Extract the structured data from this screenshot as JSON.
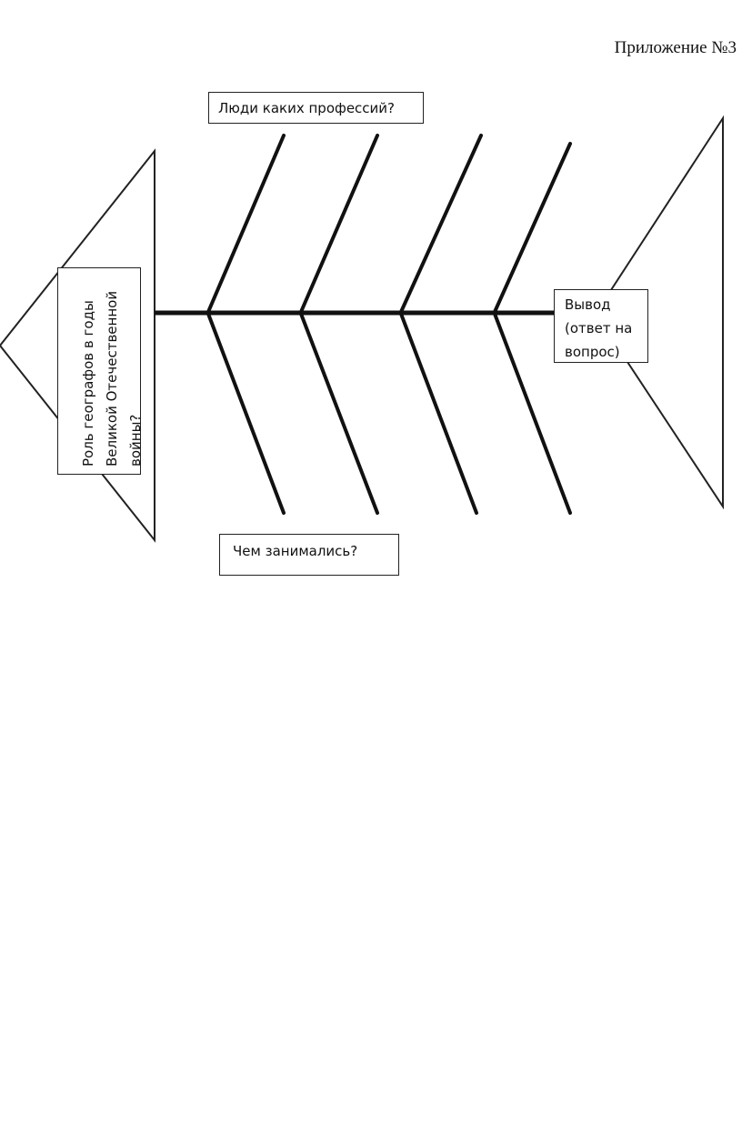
{
  "header": {
    "appendix_label": "Приложение №3"
  },
  "diagram": {
    "head_box": {
      "lines": [
        "Роль географов в годы",
        "Великой Отечественной",
        "войны?"
      ]
    },
    "top_box": {
      "label": "Люди каких профессий?"
    },
    "bottom_box": {
      "label": "Чем занимались?"
    },
    "tail_box": {
      "lines": [
        "Вывод",
        "(ответ на",
        "вопрос)"
      ]
    },
    "colors": {
      "stroke": "#111111",
      "background": "#ffffff"
    }
  }
}
